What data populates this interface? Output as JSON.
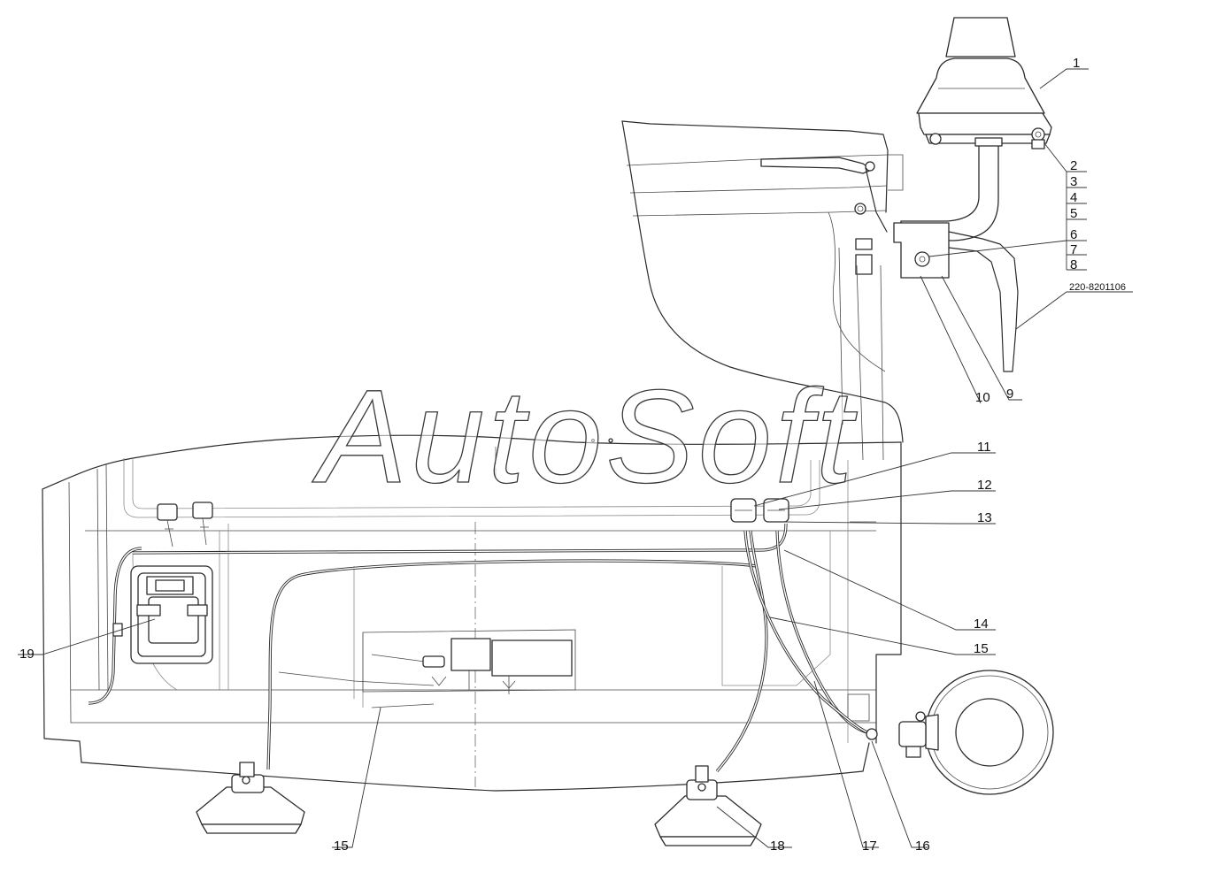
{
  "watermark": "AutoSoft",
  "reference_label": "220-8201106",
  "callouts": {
    "c1": "1",
    "c2": "2",
    "c3": "3",
    "c4": "4",
    "c5": "5",
    "c6": "6",
    "c7": "7",
    "c8": "8",
    "c9": "9",
    "c10": "10",
    "c11": "11",
    "c12": "12",
    "c13": "13",
    "c14": "14",
    "c15a": "15",
    "c15b": "15",
    "c16": "16",
    "c17": "17",
    "c18": "18",
    "c19": "19"
  }
}
